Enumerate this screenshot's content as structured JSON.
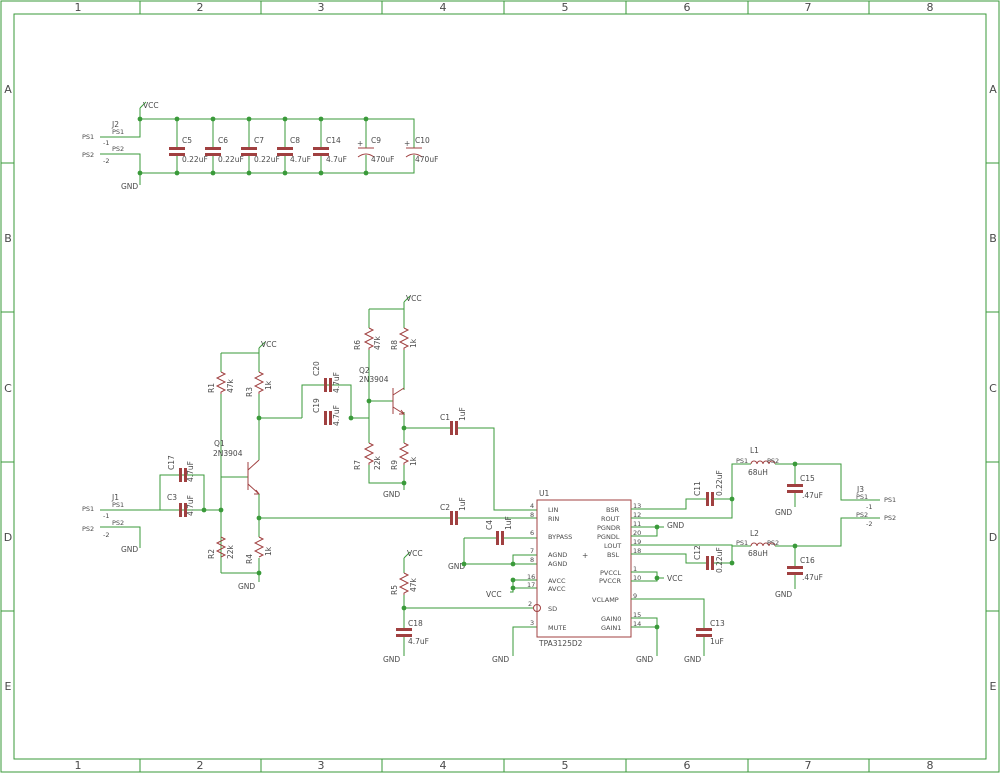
{
  "sheet": {
    "columns": [
      "1",
      "2",
      "3",
      "4",
      "5",
      "6",
      "7",
      "8"
    ],
    "rows": [
      "A",
      "B",
      "C",
      "D",
      "E"
    ]
  },
  "power": {
    "vcc": "VCC",
    "gnd": "GND"
  },
  "supply_section": {
    "connector": {
      "ref": "J2",
      "pin1": "PS1",
      "pin2": "PS2",
      "n1": "-1",
      "n2": "-2"
    },
    "caps": [
      {
        "ref": "C5",
        "value": "0.22uF"
      },
      {
        "ref": "C6",
        "value": "0.22uF"
      },
      {
        "ref": "C7",
        "value": "0.22uF"
      },
      {
        "ref": "C8",
        "value": "4.7uF"
      },
      {
        "ref": "C14",
        "value": "4.7uF"
      },
      {
        "ref": "C9",
        "value": "470uF"
      },
      {
        "ref": "C10",
        "value": "470uF"
      }
    ]
  },
  "input_section": {
    "connector": {
      "ref": "J1",
      "pin1": "PS1",
      "pin2": "PS2",
      "n1": "-1",
      "n2": "-2"
    },
    "c17": {
      "ref": "C17",
      "value": "4.7uF"
    },
    "c3": {
      "ref": "C3",
      "value": "4.7uF"
    },
    "r1": {
      "ref": "R1",
      "value": "47k"
    },
    "r2": {
      "ref": "R2",
      "value": "22k"
    },
    "r3": {
      "ref": "R3",
      "value": "1k"
    },
    "r4": {
      "ref": "R4",
      "value": "1k"
    },
    "q1": {
      "ref": "Q1",
      "part": "2N3904"
    },
    "c20": {
      "ref": "C20",
      "value": "4.7uF"
    },
    "c19": {
      "ref": "C19",
      "value": "4.7uF"
    },
    "r6": {
      "ref": "R6",
      "value": "47k"
    },
    "r7": {
      "ref": "R7",
      "value": "22k"
    },
    "r8": {
      "ref": "R8",
      "value": "1k"
    },
    "r9": {
      "ref": "R9",
      "value": "1k"
    },
    "q2": {
      "ref": "Q2",
      "part": "2N3904"
    },
    "c1": {
      "ref": "C1",
      "value": "1uF"
    },
    "c2": {
      "ref": "C2",
      "value": "1uF"
    },
    "c4": {
      "ref": "C4",
      "value": "1uF"
    },
    "r5": {
      "ref": "R5",
      "value": "47k"
    },
    "c18": {
      "ref": "C18",
      "value": "4.7uF"
    }
  },
  "amp": {
    "ref": "U1",
    "part": "TPA3125D2",
    "left_pins": [
      {
        "name": "LIN",
        "num": "4"
      },
      {
        "name": "RIN",
        "num": "8"
      },
      {
        "name": "BYPASS",
        "num": "6"
      },
      {
        "name": "AGND",
        "num": "7"
      },
      {
        "name": "AGND",
        "num": "8"
      },
      {
        "name": "AVCC",
        "num": "16"
      },
      {
        "name": "AVCC",
        "num": "17"
      },
      {
        "name": "SD",
        "num": "2"
      },
      {
        "name": "MUTE",
        "num": "3"
      }
    ],
    "right_pins": [
      {
        "name": "BSR",
        "num": "13"
      },
      {
        "name": "ROUT",
        "num": "12"
      },
      {
        "name": "PGNDR",
        "num": "11"
      },
      {
        "name": "PGNDL",
        "num": "20"
      },
      {
        "name": "LOUT",
        "num": "19"
      },
      {
        "name": "BSL",
        "num": "18"
      },
      {
        "name": "PVCCL",
        "num": "1"
      },
      {
        "name": "PVCCR",
        "num": "10"
      },
      {
        "name": "VCLAMP",
        "num": "9"
      },
      {
        "name": "GAIN0",
        "num": "15"
      },
      {
        "name": "GAIN1",
        "num": "14"
      }
    ]
  },
  "output_section": {
    "c11": {
      "ref": "C11",
      "value": "0.22uF"
    },
    "c12": {
      "ref": "C12",
      "value": "0.22uF"
    },
    "c13": {
      "ref": "C13",
      "value": "1uF"
    },
    "l1": {
      "ref": "L1",
      "value": "68uH",
      "p1": "PS1",
      "p2": "PS2"
    },
    "l2": {
      "ref": "L2",
      "value": "68uH",
      "p1": "PS1",
      "p2": "PS2"
    },
    "c15": {
      "ref": "C15",
      "value": ".47uF"
    },
    "c16": {
      "ref": "C16",
      "value": ".47uF"
    },
    "connector": {
      "ref": "J3",
      "pin1": "PS1",
      "pin2": "PS2",
      "n1": "-1",
      "n2": "-2"
    }
  }
}
